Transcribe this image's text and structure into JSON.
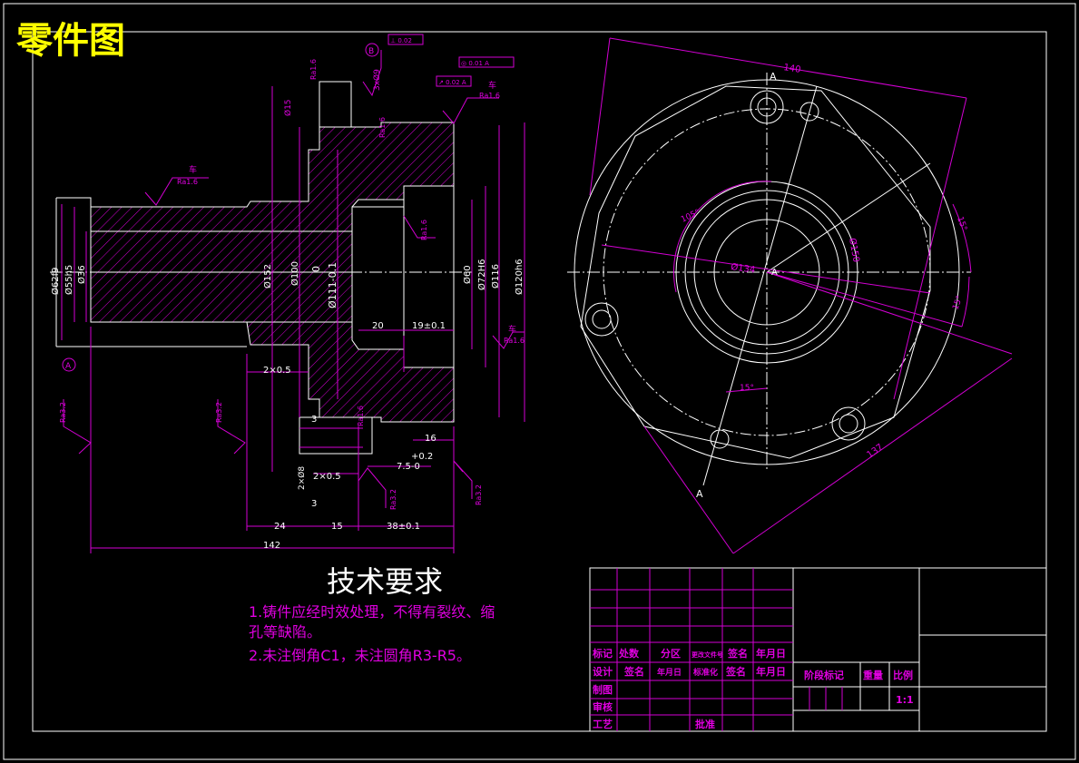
{
  "title": "零件图",
  "colors": {
    "background": "#000000",
    "outline": "#ffffff",
    "dimension": "#d300d3",
    "title": "#ffff00"
  },
  "section_view": {
    "datum_a": "A",
    "datum_b": "B",
    "dims": {
      "d62": "Ø62f9",
      "d55": "Ø55h5",
      "d36": "Ø36",
      "d152": "Ø152",
      "d100": "Ø100",
      "d111": "Ø111-0.1",
      "zero": "0",
      "d60": "Ø60",
      "d72": "Ø72H6",
      "d116": "Ø116",
      "d120": "Ø120h6",
      "d15": "Ø15",
      "d3x9": "3xØ9",
      "l20": "20",
      "l19": "19±0.1",
      "c2a": "2×0.5",
      "c2b": "2×0.5",
      "c2x8": "2×Ø8",
      "l3a": "3",
      "l3b": "3",
      "l16": "16",
      "tol": "+0.2",
      "l75": "7.5-0",
      "l24": "24",
      "l15": "15",
      "l38": "38±0.1",
      "l142": "142"
    },
    "roughness": {
      "r1": "Ra1.6",
      "r2": "Ra1.6",
      "r3": "Ra1.6",
      "r4": "Ra3.2",
      "r5": "Ra3.2",
      "r6": "Ra1.6",
      "r7": "Ra3.2",
      "r8": "Ra3.2",
      "r9": "Ra1.6",
      "r10": "Ra1.6",
      "r11": "Ra1.6",
      "lbl": "车"
    },
    "tolerance_frames": {
      "f1": "⊥ 0.02",
      "f2": "◎ 0.01 A",
      "f3": "↗ 0.02 A"
    }
  },
  "front_view": {
    "dims": {
      "w140": "140",
      "w137": "137",
      "d134": "Ø134",
      "d150": "Ø150",
      "a105": "105°",
      "a15a": "15°",
      "a15b": "15°",
      "a15c": "15°"
    },
    "center_label": "A",
    "section_label": "A"
  },
  "tech_requirements": {
    "heading": "技术要求",
    "line1": "1.铸件应经时效处理，不得有裂纹、缩",
    "line2": "孔等缺陷。",
    "line3": "2.未注倒角C1，未注圆角R3-R5。"
  },
  "title_block": {
    "r1": [
      "标记",
      "处数",
      "分区",
      "更改文件号",
      "签名",
      "年月日"
    ],
    "r2": [
      "设计",
      "签名",
      "年月日",
      "标准化",
      "签名",
      "年月日"
    ],
    "r3": [
      "制图"
    ],
    "r4": [
      "审核"
    ],
    "r5": [
      "工艺",
      "批准"
    ],
    "stage": "阶段标记",
    "weight": "重量",
    "scale_label": "比例",
    "scale": "1:1"
  }
}
